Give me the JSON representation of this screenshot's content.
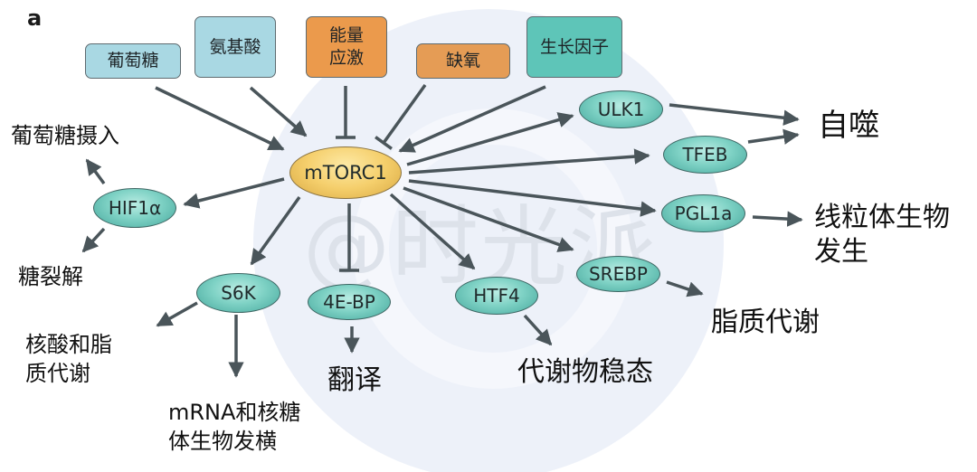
{
  "figure": {
    "panel_label": "a",
    "watermark": "@时光派"
  },
  "inputs": [
    {
      "id": "glucose",
      "label": "葡萄糖",
      "color": "#a9d8e3",
      "effect": "activates"
    },
    {
      "id": "amino-acids",
      "label": "氨基酸",
      "color": "#a9d8e3",
      "effect": "activates"
    },
    {
      "id": "energy-stress",
      "label": "能量\n应激",
      "color": "#eb9a4c",
      "effect": "inhibits"
    },
    {
      "id": "hypoxia",
      "label": "缺氧",
      "color": "#eb9a4c",
      "effect": "inhibits"
    },
    {
      "id": "growth-factors",
      "label": "生长因子",
      "color": "#5ec5b8",
      "effect": "activates"
    }
  ],
  "hub": {
    "id": "mtorc1",
    "label": "mTORC1",
    "color": "#f5cf6c"
  },
  "targets": [
    {
      "id": "hif1a",
      "label": "HIF1α",
      "effect": "activates"
    },
    {
      "id": "s6k",
      "label": "S6K",
      "effect": "activates"
    },
    {
      "id": "4ebp",
      "label": "4E-BP",
      "effect": "inhibits"
    },
    {
      "id": "htf4",
      "label": "HTF4",
      "effect": "activates"
    },
    {
      "id": "srebp",
      "label": "SREBP",
      "effect": "activates"
    },
    {
      "id": "pgl1a",
      "label": "PGL1a",
      "effect": "activates"
    },
    {
      "id": "tfeb",
      "label": "TFEB",
      "effect": "activates"
    },
    {
      "id": "ulk1",
      "label": "ULK1",
      "effect": "activates"
    }
  ],
  "outcomes": {
    "glucose_uptake": "葡萄糖摄入",
    "glycolysis": "糖裂解",
    "nucleotide_lipid": "核酸和脂\n质代谢",
    "ribosome": "mRNA和核糖\n体生物发横",
    "translation": "翻译",
    "metabolite_homeostasis": "代谢物稳态",
    "lipid_metabolism": "脂质代谢",
    "mito_biogenesis": "线粒体生物\n发生",
    "autophagy": "自噬"
  },
  "node_color": "#5ec5b8",
  "edge_color": "#4a555a"
}
